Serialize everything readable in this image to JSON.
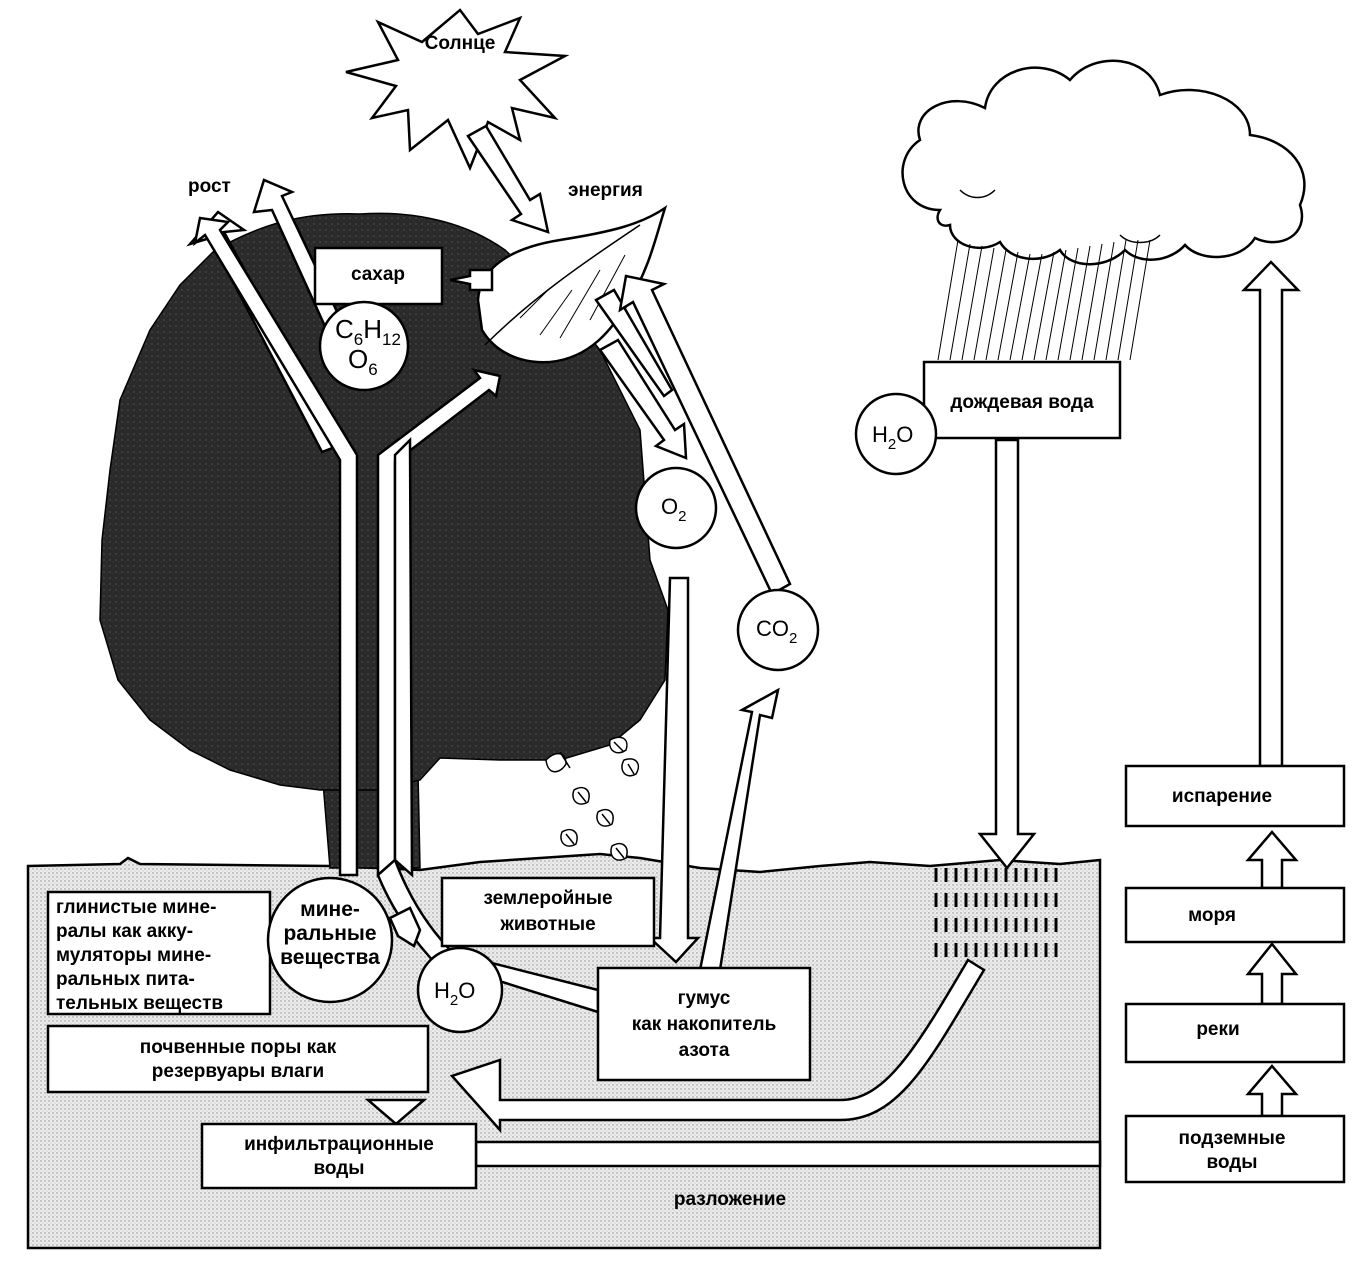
{
  "sun": {
    "label": "Солнце"
  },
  "labels": {
    "growth": "рост",
    "energy": "энергия",
    "sugar": "сахар",
    "rain_water": "дождевая вода",
    "evaporation": "испарение",
    "seas": "моря",
    "rivers": "реки",
    "groundwater_1": "подземные",
    "groundwater_2": "воды",
    "burrowing_1": "землеройные",
    "burrowing_2": "животные",
    "clay_1": "глинистые мине-",
    "clay_2": "ралы как акку-",
    "clay_3": "муляторы мине-",
    "clay_4": "ральных пита-",
    "clay_5": "тельных веществ",
    "minerals_1": "мине-",
    "minerals_2": "ральные",
    "minerals_3": "вещества",
    "humus_1": "гумус",
    "humus_2": "как накопитель",
    "humus_3": "азота",
    "pores_1": "почвенные поры как",
    "pores_2": "резервуары влаги",
    "infiltration_1": "инфильтрационные",
    "infiltration_2": "воды",
    "decomposition": "разложение"
  },
  "chem": {
    "glucose": {
      "c": "C",
      "c_sub": "6",
      "h": "H",
      "h_sub": "12",
      "o": "O",
      "o_sub": "6"
    },
    "oxygen": {
      "base": "O",
      "sub": "2"
    },
    "co2": {
      "base": "CO",
      "sub": "2"
    },
    "water": {
      "h": "H",
      "sub": "2",
      "o": "O"
    }
  },
  "colors": {
    "ink": "#000000",
    "paper": "#ffffff",
    "soil": "#e6e6e6",
    "canopy": "#2b2b2b"
  }
}
